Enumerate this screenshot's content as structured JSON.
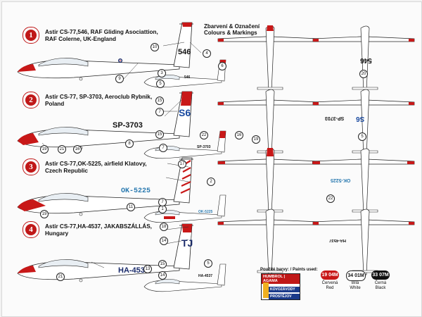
{
  "header": {
    "line1": "Zbarvení & Označení",
    "line2": "Colours & Markings"
  },
  "schemes": [
    {
      "n": "1",
      "desc": [
        "Astir CS-77,546, RAF Gliding Asociattion,",
        "RAF Colerne, UK-England"
      ],
      "reg": "546"
    },
    {
      "n": "2",
      "desc": [
        "Astir CS-77, SP-3703, Aeroclub Rybnik,",
        "Poland"
      ],
      "reg": "SP-3703",
      "tail": "S6"
    },
    {
      "n": "3",
      "desc": [
        "Astir CS-77,OK-5225, airfield Klatovy,",
        "Czech Republic"
      ],
      "reg": "OK-5225"
    },
    {
      "n": "4",
      "desc": [
        "Astir CS-77,HA-4537, JAKABSZÁLLÁS,",
        "Hungary"
      ],
      "reg": "HA-4537",
      "tail": "TJ"
    }
  ],
  "callouts": [
    "10",
    "4",
    "9",
    "3",
    "5",
    "6",
    "15",
    "7",
    "8",
    "16",
    "19",
    "21",
    "17",
    "2",
    "11",
    "1",
    "22",
    "18",
    "14",
    "13",
    "20"
  ],
  "paints": {
    "label_cz": "Použité barvy:",
    "label_en": "Paints used:",
    "brand1": "HUMBROL",
    "brand2": "AGAMA",
    "brand3": "KOVOZÁVODY",
    "brand4": "PROSTĚJOV",
    "items": [
      {
        "a": "19",
        "b": "04M",
        "cz": "Červená",
        "en": "Red",
        "color": "#c81818"
      },
      {
        "a": "34",
        "b": "01M",
        "cz": "Bílá",
        "en": "White",
        "color": "#ffffff"
      },
      {
        "a": "33",
        "b": "07M",
        "cz": "Černá",
        "en": "Black",
        "color": "#111111"
      }
    ]
  },
  "small_regs": {
    "s1": "546",
    "s2": "SP-3703",
    "s3": "OK-5225",
    "s4": "HA-4537",
    "top2": "S6",
    "top3": "OK-5225",
    "top4": "HA-4537",
    "top1": "546"
  }
}
